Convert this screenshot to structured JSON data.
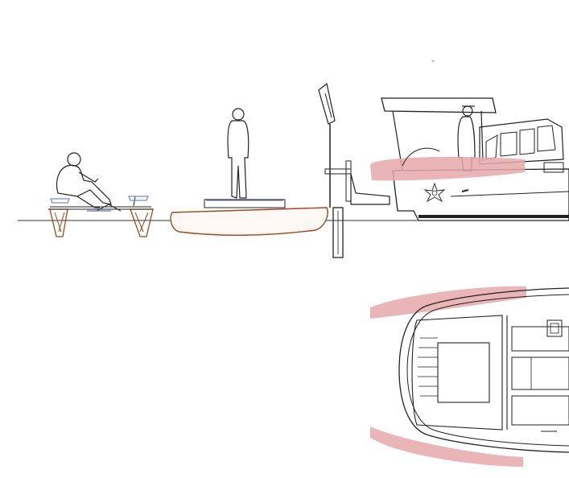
{
  "diagram": {
    "caption": "",
    "colors": {
      "line": "#222222",
      "hull_outline": "#a0481c",
      "hull_fill": "#fdf8f4",
      "sponson_fill": "#e6a8aa",
      "seat_accent": "#5a72c8",
      "waterline": "#333333",
      "background": "#ffffff"
    },
    "components": [
      {
        "id": "rowing-pedal-catamaran",
        "kind": "small craft with seated figure"
      },
      {
        "id": "standup-paddle-platform",
        "kind": "flat hull with standing figure"
      },
      {
        "id": "davit-crane",
        "kind": "lifting arm and drop leg"
      },
      {
        "id": "mother-boat-side",
        "kind": "motor yacht, side elevation"
      },
      {
        "id": "mother-boat-plan",
        "kind": "motor yacht, plan view"
      }
    ]
  }
}
